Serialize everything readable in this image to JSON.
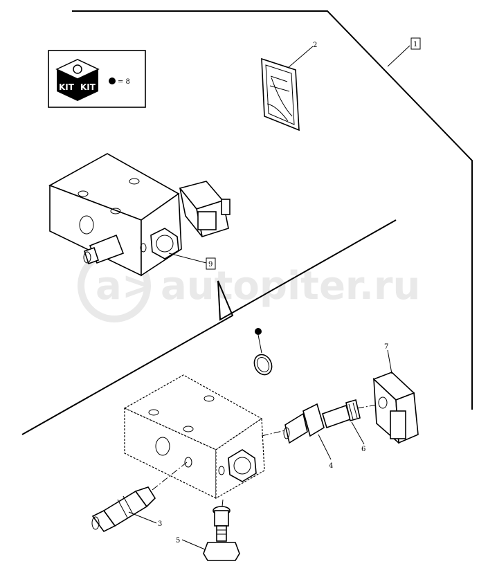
{
  "watermark": {
    "text": "autopiter.ru",
    "logo_icon": "autopiter-a-logo-icon"
  },
  "kit_box": {
    "kit_label_left": "KIT",
    "kit_label_right": "KIT",
    "equals_text": "= 8",
    "icon": "kit-cube-icon"
  },
  "callouts": {
    "c1": "1",
    "c2": "2",
    "c3": "3",
    "c4": "4",
    "c5": "5",
    "c6": "6",
    "c7": "7",
    "c9": "9"
  },
  "colors": {
    "line": "#000000",
    "watermark": "#e9e9e9",
    "background": "#ffffff"
  }
}
